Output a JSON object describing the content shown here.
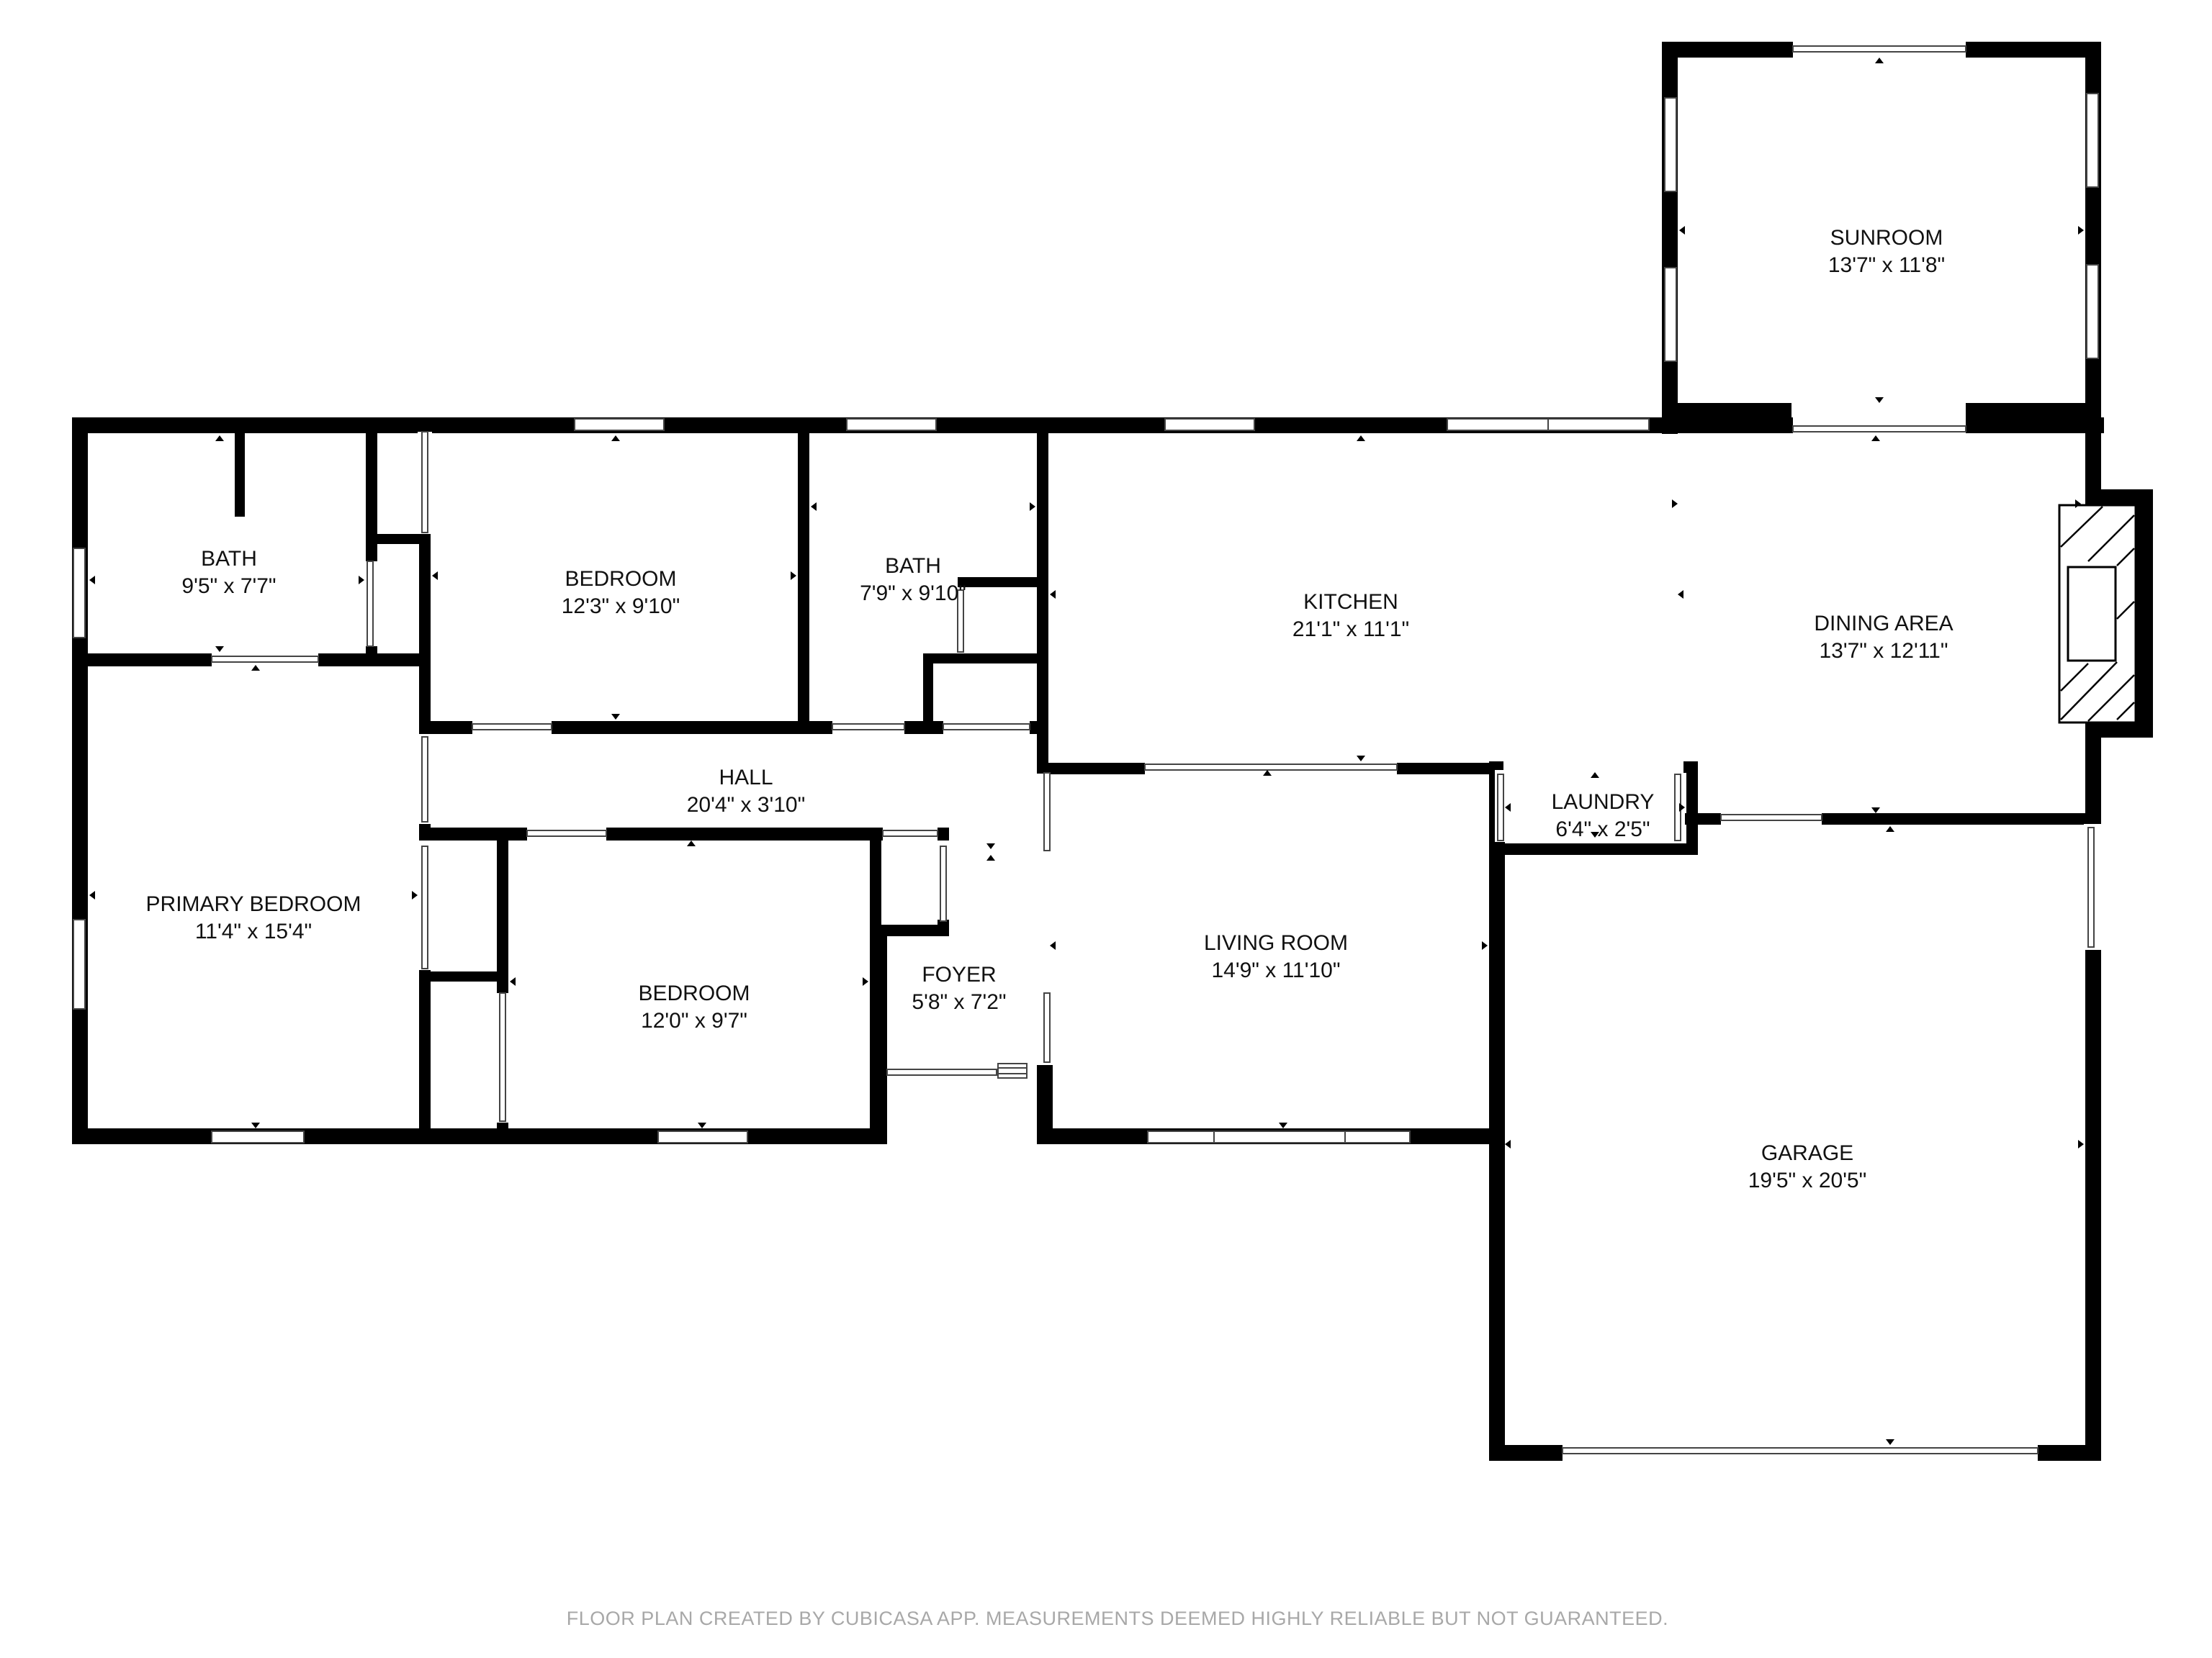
{
  "rooms": {
    "bath_1": {
      "name": "BATH",
      "size": "9'5\" x 7'7\""
    },
    "bedroom_1": {
      "name": "BEDROOM",
      "size": "12'3\" x 9'10\""
    },
    "bath_2": {
      "name": "BATH",
      "size": "7'9\" x 9'10\""
    },
    "kitchen": {
      "name": "KITCHEN",
      "size": "21'1\" x 11'1\""
    },
    "sunroom": {
      "name": "SUNROOM",
      "size": "13'7\" x 11'8\""
    },
    "dining": {
      "name": "DINING AREA",
      "size": "13'7\" x 12'11\""
    },
    "hall": {
      "name": "HALL",
      "size": "20'4\" x 3'10\""
    },
    "laundry": {
      "name": "LAUNDRY",
      "size": "6'4\" x 2'5\""
    },
    "primary_bedroom": {
      "name": "PRIMARY BEDROOM",
      "size": "11'4\" x 15'4\""
    },
    "bedroom_2": {
      "name": "BEDROOM",
      "size": "12'0\" x 9'7\""
    },
    "foyer": {
      "name": "FOYER",
      "size": "5'8\" x 7'2\""
    },
    "living_room": {
      "name": "LIVING ROOM",
      "size": "14'9\" x 11'10\""
    },
    "garage": {
      "name": "GARAGE",
      "size": "19'5\" x 20'5\""
    }
  },
  "footer": "FLOOR PLAN CREATED BY CUBICASA APP. MEASUREMENTS DEEMED HIGHLY RELIABLE BUT NOT GUARANTEED."
}
